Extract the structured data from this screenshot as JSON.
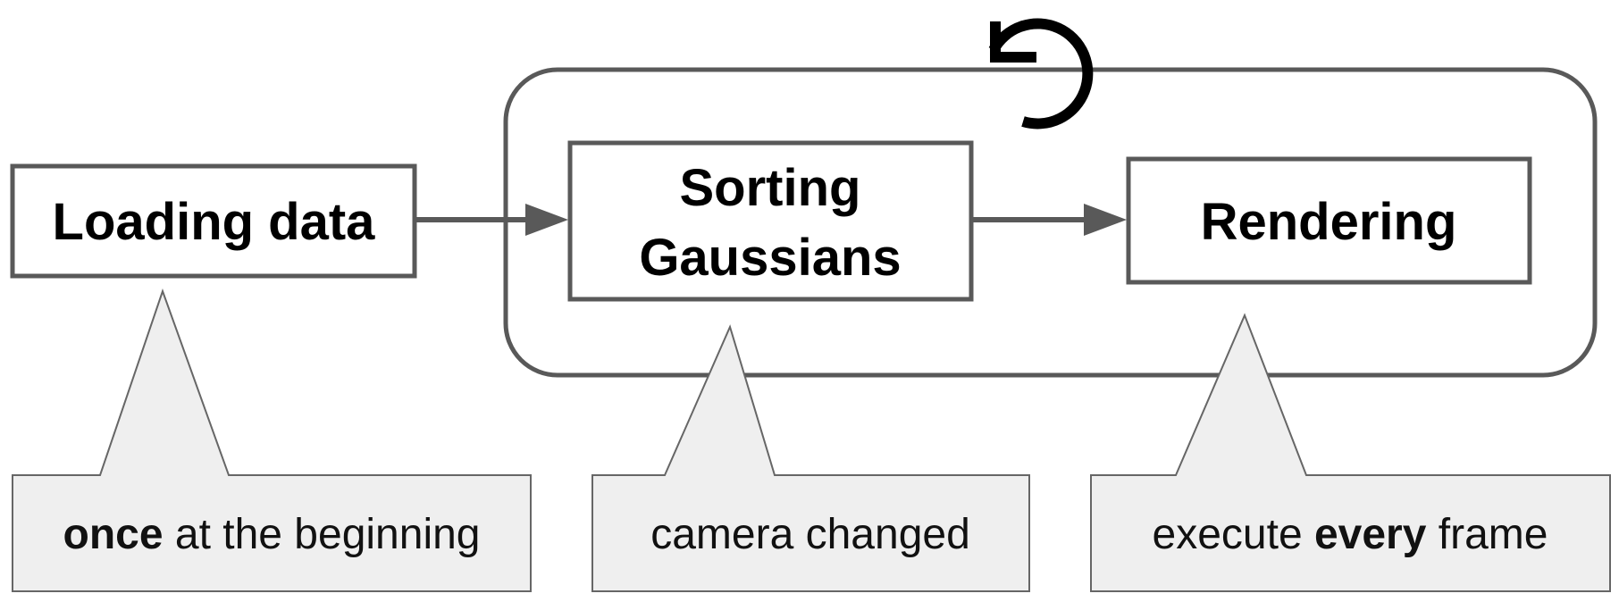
{
  "diagram": {
    "boxes": {
      "loading": "Loading data",
      "sorting_line1": "Sorting",
      "sorting_line2": "Gaussians",
      "rendering": "Rendering"
    },
    "callouts": {
      "loading": {
        "bold": "once",
        "rest": " at the beginning"
      },
      "sorting": {
        "text": "camera changed"
      },
      "rendering": {
        "pre": "execute ",
        "bold": "every",
        "post": " frame"
      }
    },
    "icons": {
      "loop": "rotate-ccw-icon"
    },
    "colors": {
      "stroke": "#595959",
      "callout_fill": "#efefef",
      "callout_stroke": "#666666",
      "text": "#000000"
    }
  }
}
